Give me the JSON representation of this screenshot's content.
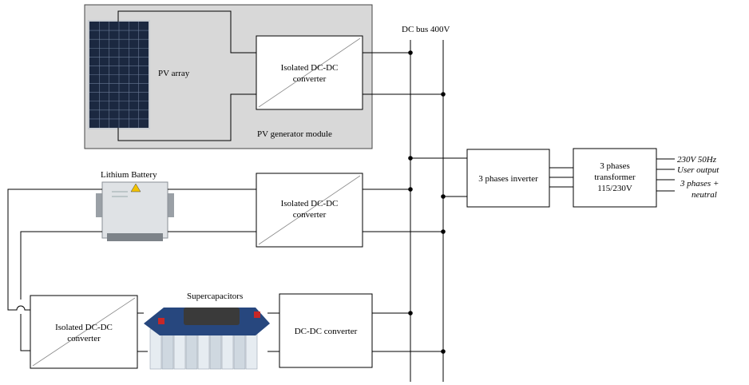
{
  "bus": {
    "label": "DC bus 400V"
  },
  "pv": {
    "array_label": "PV array",
    "converter_label": [
      "Isolated DC-DC",
      "converter"
    ],
    "module_label": "PV generator module"
  },
  "battery": {
    "label": "Lithium Battery",
    "converter_label": [
      "Isolated DC-DC",
      "converter"
    ]
  },
  "supercap": {
    "label": "Supercapacitors",
    "iso_converter_label": [
      "Isolated DC-DC",
      "converter"
    ],
    "converter_label": "DC-DC converter"
  },
  "inverter": {
    "label": "3 phases inverter"
  },
  "transformer": {
    "label": [
      "3 phases",
      "transformer",
      "115/230V"
    ]
  },
  "output": {
    "lines": [
      "230V 50Hz",
      "User output",
      "3 phases +",
      "neutral"
    ]
  }
}
